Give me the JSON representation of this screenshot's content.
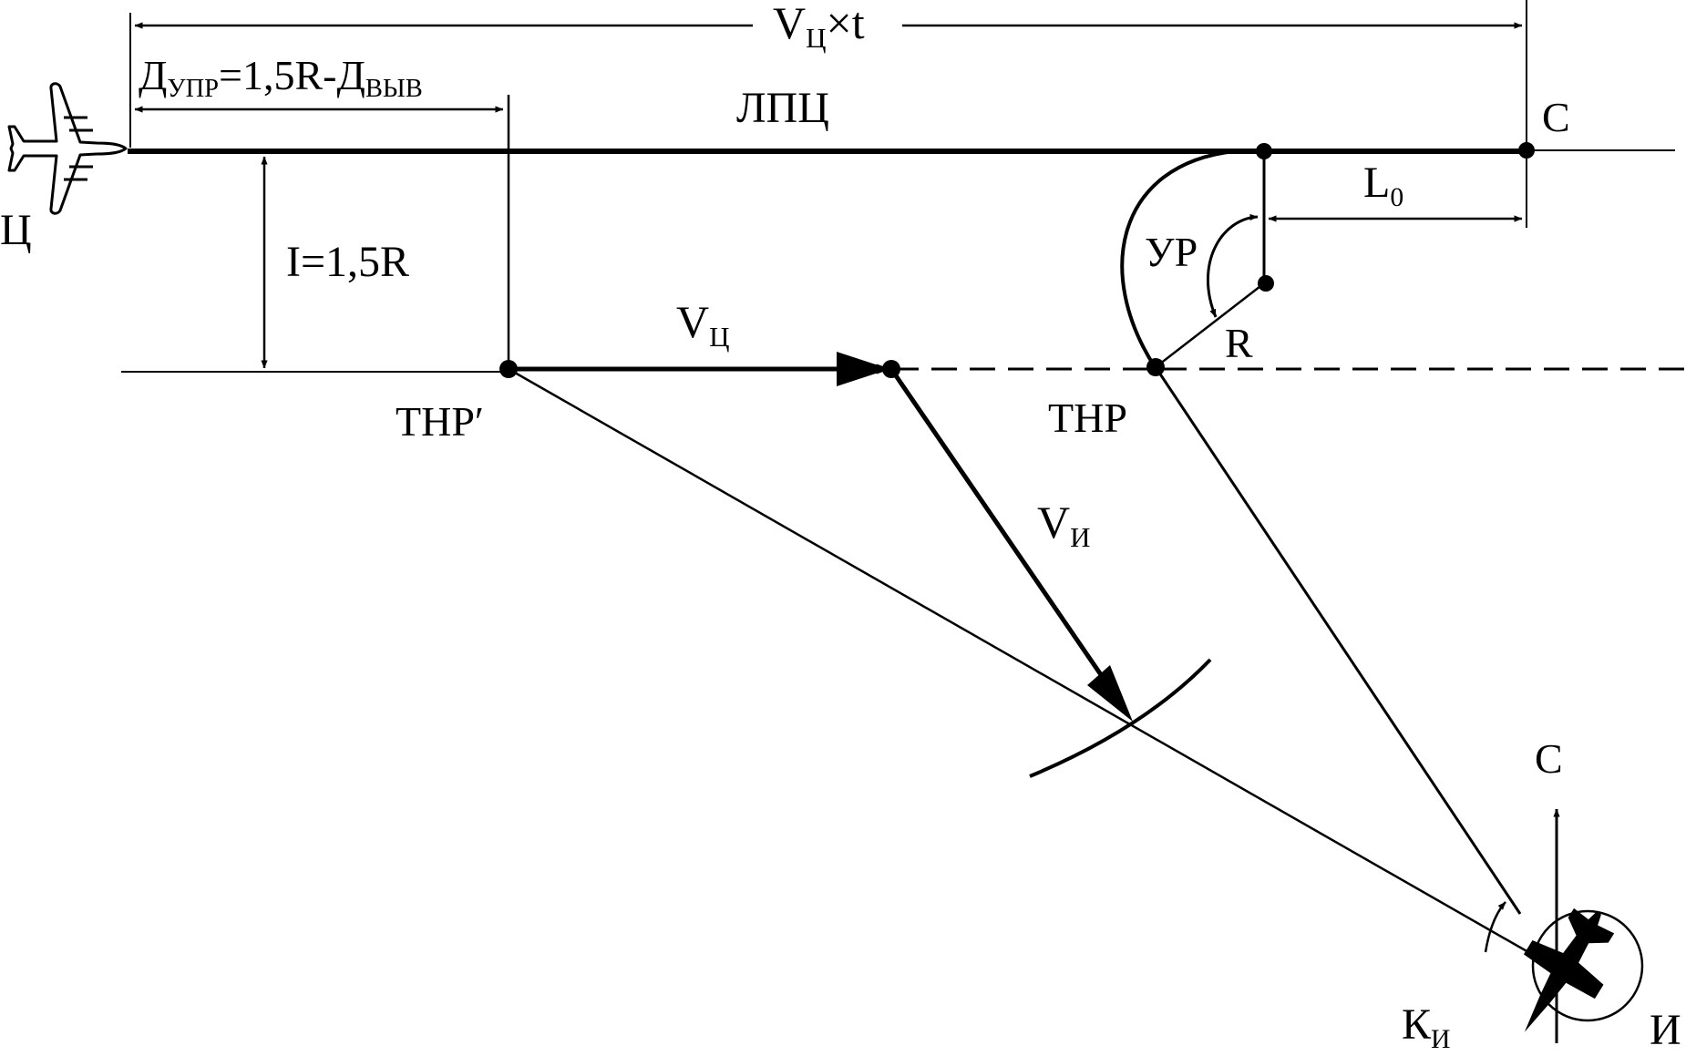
{
  "labels": {
    "target": "Ц",
    "target_path": "ЛПЦ",
    "point_c_top": "С",
    "total_distance_main": "V",
    "total_distance_sub": "Ц",
    "total_distance_tail": "×t",
    "lead_distance_main": "Д",
    "lead_distance_sub1": "УПР",
    "lead_distance_mid": "=1,5R-Д",
    "lead_distance_sub2": "ВЫВ",
    "lateral_interval": "I=1,5R",
    "target_speed_main": "V",
    "target_speed_sub": "Ц",
    "interceptor_speed_main": "V",
    "interceptor_speed_sub": "И",
    "turn_start_prime": "ТНР′",
    "turn_start": "ТНР",
    "turn_angle": "УР",
    "turn_radius": "R",
    "offset_main": "L",
    "offset_sub": "0",
    "north": "С",
    "interceptor_heading_main": "К",
    "interceptor_heading_sub": "И",
    "interceptor": "И"
  },
  "icons": {
    "target_aircraft": "transport-airplane-icon",
    "interceptor_aircraft": "fighter-jet-icon"
  },
  "colors": {
    "ink": "#000000",
    "background": "#ffffff"
  }
}
